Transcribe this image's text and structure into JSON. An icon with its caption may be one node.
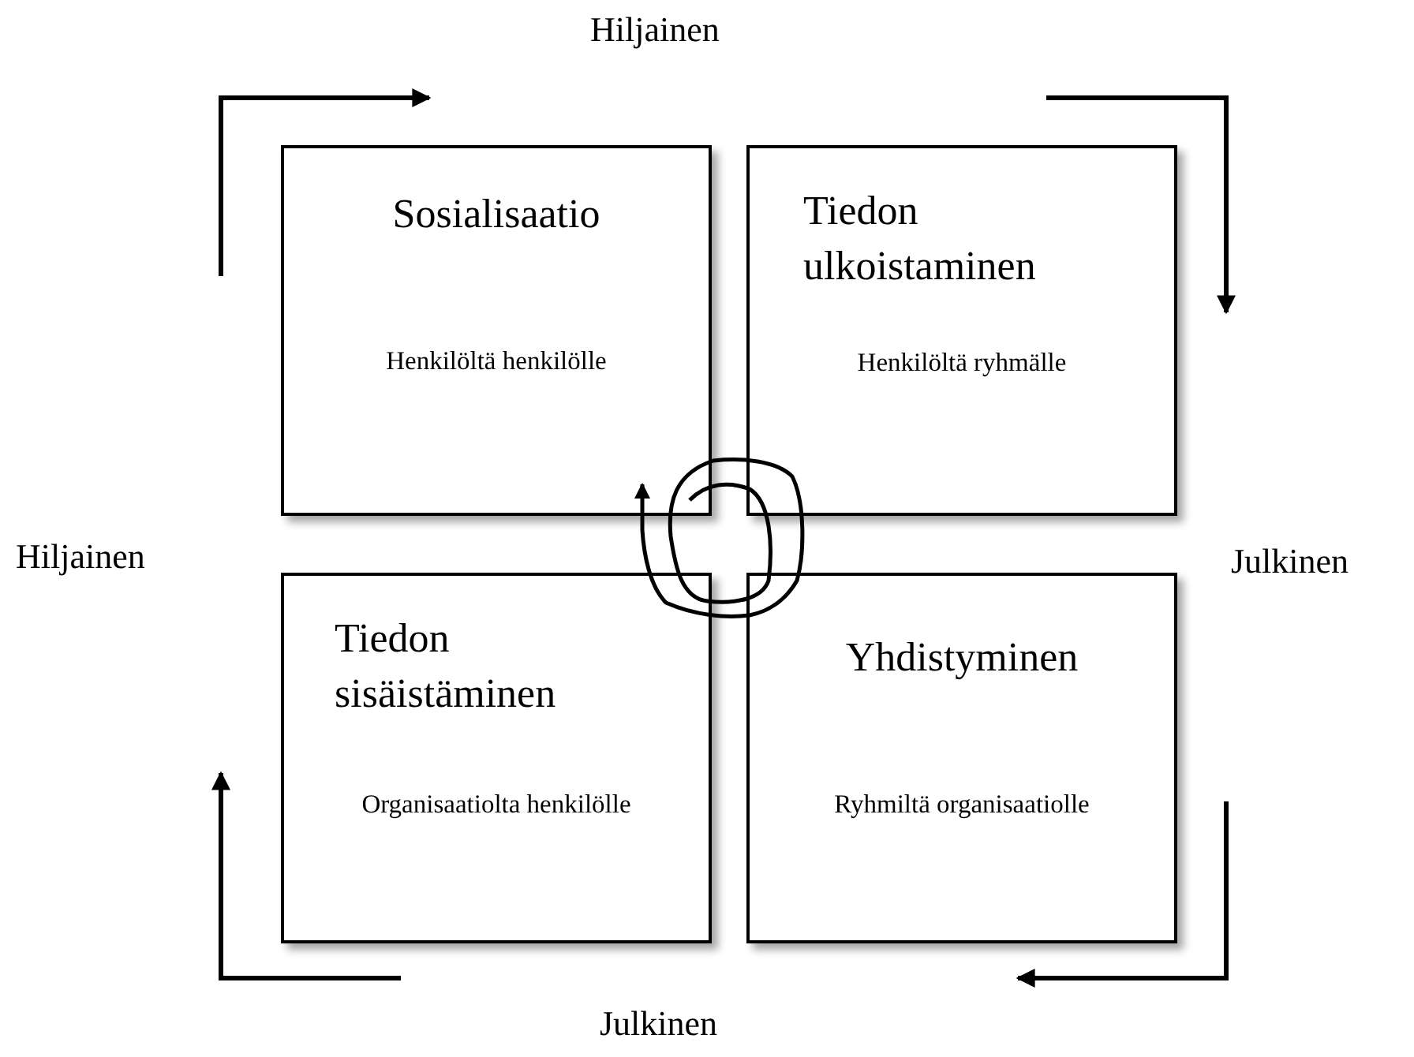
{
  "diagram": {
    "nodes": [
      {
        "text": [
          "Sosialisaatio",
          "Henkilöltä henkilölle"
        ]
      },
      {
        "text": [
          "Tiedon ulkoistaminen",
          "Henkilöltä ryhmälle"
        ]
      },
      {
        "text": [
          "Tiedon sisäistäminen",
          "Organisaatiolta henkilölle"
        ]
      },
      {
        "text": [
          "Yhdistyminen",
          "Ryhmiltä organisaatiolle"
        ]
      }
    ],
    "labels": [
      "Hiljainen",
      "Hiljainen",
      "Julkinen",
      "Julkinen"
    ]
  }
}
